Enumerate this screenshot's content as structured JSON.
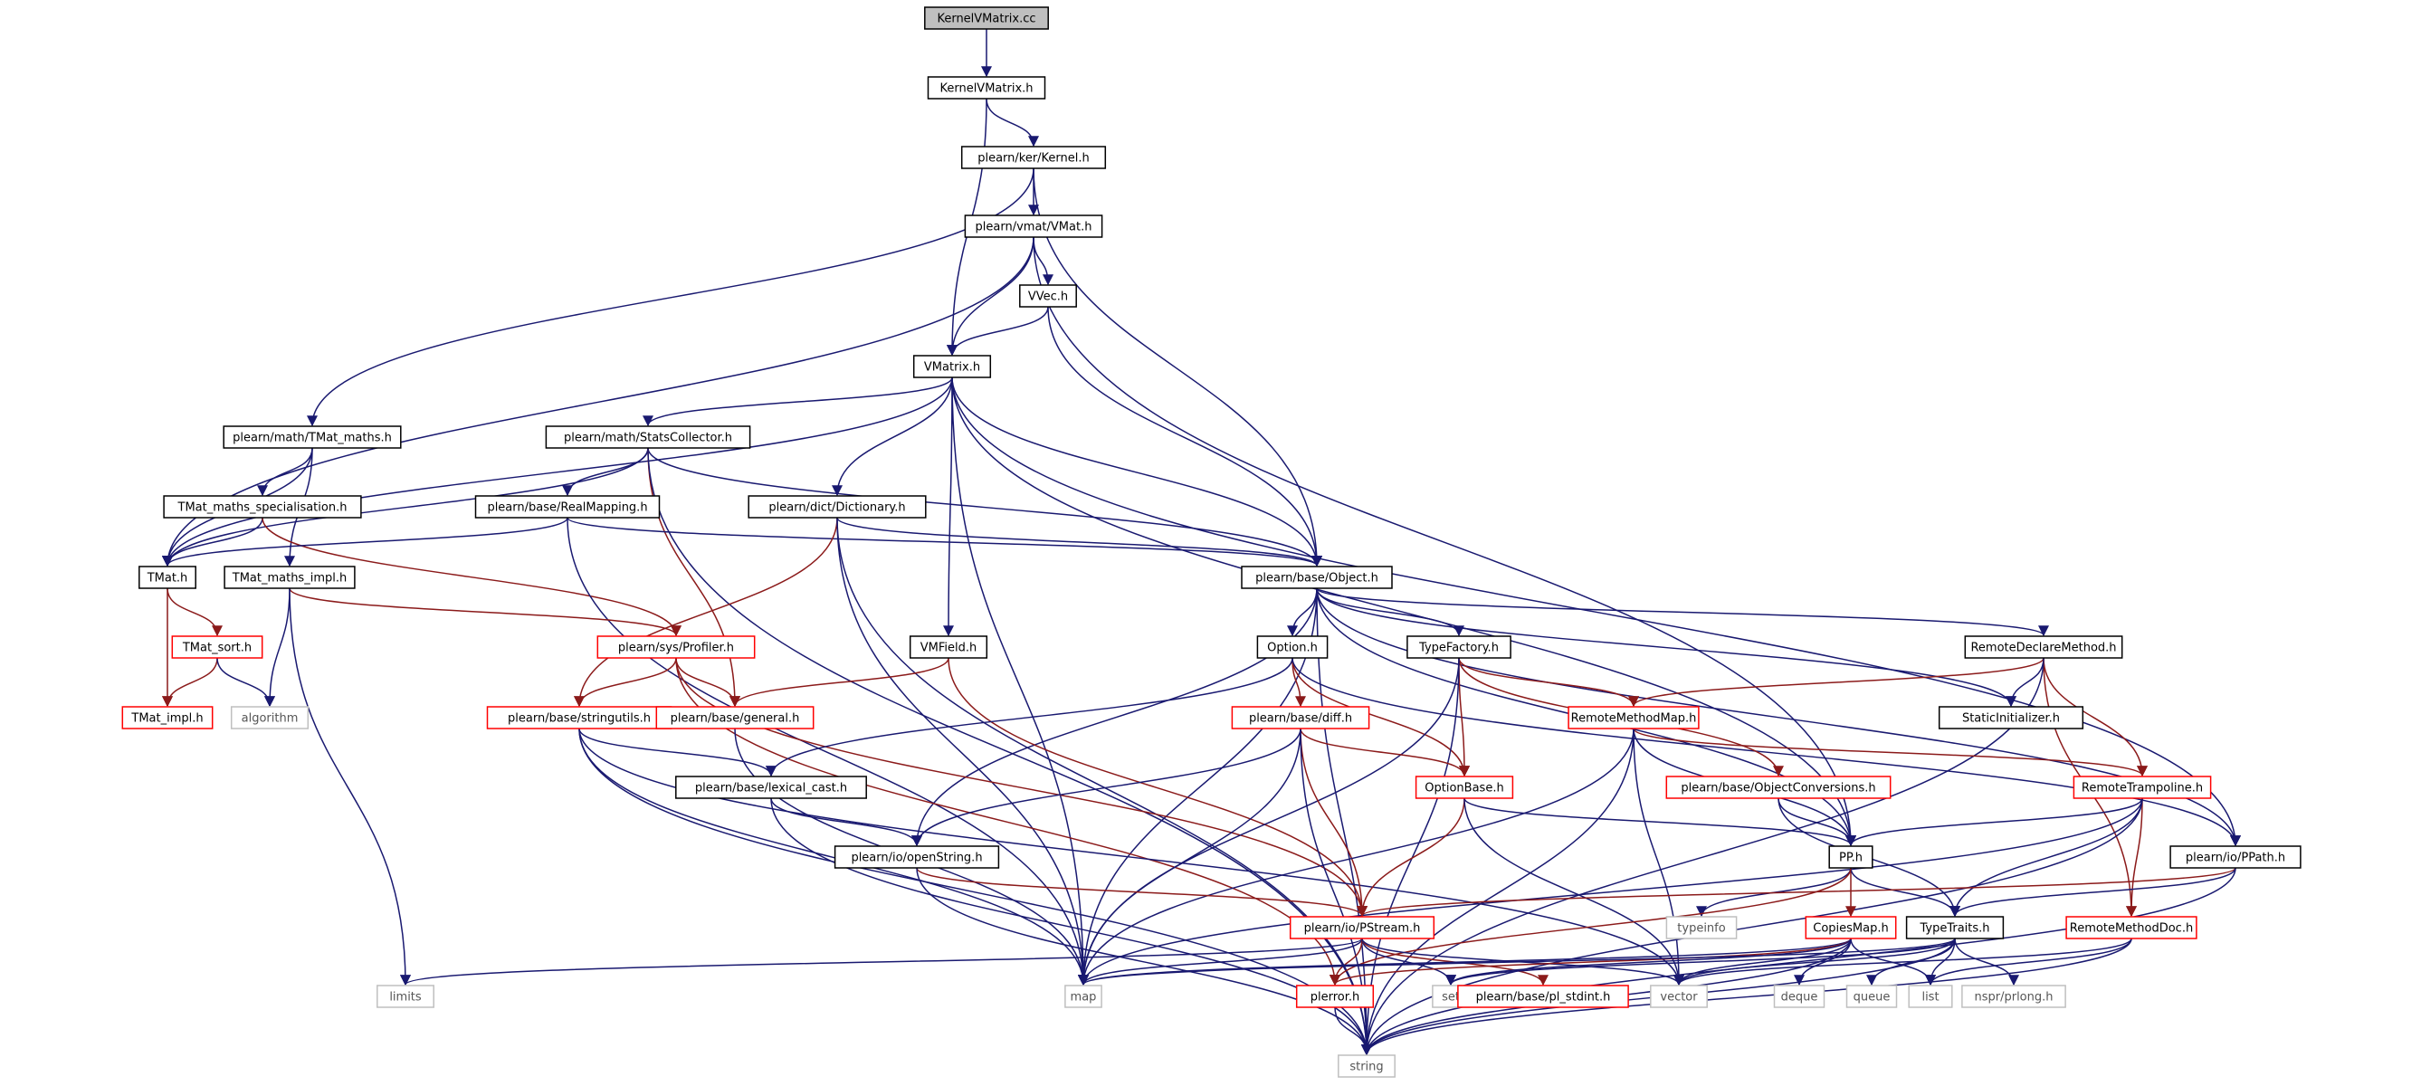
{
  "nodes": [
    {
      "id": "KernelVMatrix.cc",
      "kind": "root"
    },
    {
      "id": "KernelVMatrix.h",
      "kind": "normal"
    },
    {
      "id": "plearn/ker/Kernel.h",
      "kind": "normal"
    },
    {
      "id": "plearn/vmat/VMat.h",
      "kind": "normal"
    },
    {
      "id": "VVec.h",
      "kind": "normal"
    },
    {
      "id": "VMatrix.h",
      "kind": "normal"
    },
    {
      "id": "plearn/math/TMat_maths.h",
      "kind": "normal"
    },
    {
      "id": "plearn/math/StatsCollector.h",
      "kind": "normal"
    },
    {
      "id": "TMat_maths_specialisation.h",
      "kind": "normal"
    },
    {
      "id": "plearn/base/RealMapping.h",
      "kind": "normal"
    },
    {
      "id": "plearn/dict/Dictionary.h",
      "kind": "normal"
    },
    {
      "id": "TMat.h",
      "kind": "normal"
    },
    {
      "id": "TMat_maths_impl.h",
      "kind": "normal"
    },
    {
      "id": "plearn/base/Object.h",
      "kind": "normal"
    },
    {
      "id": "TMat_sort.h",
      "kind": "red"
    },
    {
      "id": "plearn/sys/Profiler.h",
      "kind": "red"
    },
    {
      "id": "VMField.h",
      "kind": "normal"
    },
    {
      "id": "Option.h",
      "kind": "normal"
    },
    {
      "id": "TypeFactory.h",
      "kind": "normal"
    },
    {
      "id": "RemoteDeclareMethod.h",
      "kind": "normal"
    },
    {
      "id": "TMat_impl.h",
      "kind": "red"
    },
    {
      "id": "algorithm",
      "kind": "grey"
    },
    {
      "id": "plearn/base/stringutils.h",
      "kind": "red"
    },
    {
      "id": "plearn/base/general.h",
      "kind": "red"
    },
    {
      "id": "plearn/base/diff.h",
      "kind": "red"
    },
    {
      "id": "RemoteMethodMap.h",
      "kind": "red"
    },
    {
      "id": "StaticInitializer.h",
      "kind": "normal"
    },
    {
      "id": "plearn/base/lexical_cast.h",
      "kind": "normal"
    },
    {
      "id": "OptionBase.h",
      "kind": "red"
    },
    {
      "id": "plearn/base/ObjectConversions.h",
      "kind": "red"
    },
    {
      "id": "RemoteTrampoline.h",
      "kind": "red"
    },
    {
      "id": "plearn/io/openString.h",
      "kind": "normal"
    },
    {
      "id": "PP.h",
      "kind": "normal"
    },
    {
      "id": "plearn/io/PPath.h",
      "kind": "normal"
    },
    {
      "id": "typeinfo",
      "kind": "grey"
    },
    {
      "id": "plearn/io/PStream.h",
      "kind": "red"
    },
    {
      "id": "CopiesMap.h",
      "kind": "red"
    },
    {
      "id": "TypeTraits.h",
      "kind": "normal"
    },
    {
      "id": "RemoteMethodDoc.h",
      "kind": "red"
    },
    {
      "id": "limits",
      "kind": "grey"
    },
    {
      "id": "map",
      "kind": "grey"
    },
    {
      "id": "plerror.h",
      "kind": "red"
    },
    {
      "id": "set",
      "kind": "grey"
    },
    {
      "id": "plearn/base/pl_stdint.h",
      "kind": "red"
    },
    {
      "id": "vector",
      "kind": "grey"
    },
    {
      "id": "deque",
      "kind": "grey"
    },
    {
      "id": "queue",
      "kind": "grey"
    },
    {
      "id": "list",
      "kind": "grey"
    },
    {
      "id": "nspr/prlong.h",
      "kind": "grey"
    },
    {
      "id": "string",
      "kind": "grey"
    }
  ],
  "edges": [
    [
      "KernelVMatrix.cc",
      "KernelVMatrix.h"
    ],
    [
      "KernelVMatrix.h",
      "plearn/ker/Kernel.h"
    ],
    [
      "KernelVMatrix.h",
      "VMatrix.h"
    ],
    [
      "plearn/ker/Kernel.h",
      "plearn/vmat/VMat.h"
    ],
    [
      "plearn/ker/Kernel.h",
      "plearn/math/TMat_maths.h"
    ],
    [
      "plearn/ker/Kernel.h",
      "plearn/base/Object.h"
    ],
    [
      "plearn/vmat/VMat.h",
      "VVec.h"
    ],
    [
      "plearn/vmat/VMat.h",
      "VMatrix.h"
    ],
    [
      "plearn/vmat/VMat.h",
      "TMat.h"
    ],
    [
      "plearn/vmat/VMat.h",
      "PP.h"
    ],
    [
      "VVec.h",
      "VMatrix.h"
    ],
    [
      "VVec.h",
      "plearn/base/Object.h"
    ],
    [
      "VMatrix.h",
      "TMat.h"
    ],
    [
      "VMatrix.h",
      "plearn/math/StatsCollector.h"
    ],
    [
      "VMatrix.h",
      "plearn/dict/Dictionary.h"
    ],
    [
      "VMatrix.h",
      "plearn/base/Object.h"
    ],
    [
      "VMatrix.h",
      "VMField.h"
    ],
    [
      "VMatrix.h",
      "map"
    ],
    [
      "VMatrix.h",
      "PP.h"
    ],
    [
      "VMatrix.h",
      "plearn/io/PPath.h"
    ],
    [
      "plearn/math/TMat_maths.h",
      "TMat.h"
    ],
    [
      "plearn/math/TMat_maths.h",
      "TMat_maths_specialisation.h"
    ],
    [
      "plearn/math/TMat_maths.h",
      "TMat_maths_impl.h"
    ],
    [
      "plearn/math/StatsCollector.h",
      "TMat.h"
    ],
    [
      "plearn/math/StatsCollector.h",
      "plearn/base/RealMapping.h"
    ],
    [
      "plearn/math/StatsCollector.h",
      "plearn/base/Object.h"
    ],
    [
      "plearn/math/StatsCollector.h",
      "plearn/base/general.h"
    ],
    [
      "plearn/math/StatsCollector.h",
      "string"
    ],
    [
      "TMat_maths_specialisation.h",
      "TMat.h"
    ],
    [
      "TMat_maths_specialisation.h",
      "plearn/sys/Profiler.h"
    ],
    [
      "plearn/base/RealMapping.h",
      "TMat.h"
    ],
    [
      "plearn/base/RealMapping.h",
      "plearn/base/Object.h"
    ],
    [
      "plearn/base/RealMapping.h",
      "map"
    ],
    [
      "plearn/dict/Dictionary.h",
      "plearn/base/Object.h"
    ],
    [
      "plearn/dict/Dictionary.h",
      "plearn/base/stringutils.h"
    ],
    [
      "plearn/dict/Dictionary.h",
      "map"
    ],
    [
      "plearn/dict/Dictionary.h",
      "string"
    ],
    [
      "TMat.h",
      "TMat_sort.h"
    ],
    [
      "TMat.h",
      "TMat_impl.h"
    ],
    [
      "TMat_maths_impl.h",
      "plearn/sys/Profiler.h"
    ],
    [
      "TMat_maths_impl.h",
      "algorithm"
    ],
    [
      "TMat_maths_impl.h",
      "limits"
    ],
    [
      "TMat_sort.h",
      "TMat_impl.h"
    ],
    [
      "TMat_sort.h",
      "algorithm"
    ],
    [
      "plearn/base/Object.h",
      "Option.h"
    ],
    [
      "plearn/base/Object.h",
      "TypeFactory.h"
    ],
    [
      "plearn/base/Object.h",
      "RemoteDeclareMethod.h"
    ],
    [
      "plearn/base/Object.h",
      "StaticInitializer.h"
    ],
    [
      "plearn/base/Object.h",
      "plearn/io/openString.h"
    ],
    [
      "plearn/base/Object.h",
      "PP.h"
    ],
    [
      "plearn/base/Object.h",
      "plearn/io/PPath.h"
    ],
    [
      "plearn/base/Object.h",
      "map"
    ],
    [
      "plearn/base/Object.h",
      "string"
    ],
    [
      "plearn/sys/Profiler.h",
      "plearn/base/stringutils.h"
    ],
    [
      "plearn/sys/Profiler.h",
      "plearn/base/general.h"
    ],
    [
      "plearn/sys/Profiler.h",
      "plearn/io/PStream.h"
    ],
    [
      "plearn/sys/Profiler.h",
      "plerror.h"
    ],
    [
      "VMField.h",
      "plearn/base/general.h"
    ],
    [
      "VMField.h",
      "plearn/io/PStream.h"
    ],
    [
      "Option.h",
      "plearn/base/diff.h"
    ],
    [
      "Option.h",
      "OptionBase.h"
    ],
    [
      "Option.h",
      "plearn/base/lexical_cast.h"
    ],
    [
      "Option.h",
      "plearn/io/PPath.h"
    ],
    [
      "TypeFactory.h",
      "RemoteMethodMap.h"
    ],
    [
      "TypeFactory.h",
      "OptionBase.h"
    ],
    [
      "TypeFactory.h",
      "plearn/base/ObjectConversions.h"
    ],
    [
      "TypeFactory.h",
      "map"
    ],
    [
      "TypeFactory.h",
      "string"
    ],
    [
      "RemoteDeclareMethod.h",
      "RemoteMethodMap.h"
    ],
    [
      "RemoteDeclareMethod.h",
      "StaticInitializer.h"
    ],
    [
      "RemoteDeclareMethod.h",
      "RemoteTrampoline.h"
    ],
    [
      "RemoteDeclareMethod.h",
      "RemoteMethodDoc.h"
    ],
    [
      "RemoteDeclareMethod.h",
      "string"
    ],
    [
      "plearn/base/stringutils.h",
      "plearn/base/lexical_cast.h"
    ],
    [
      "plearn/base/stringutils.h",
      "map"
    ],
    [
      "plearn/base/stringutils.h",
      "vector"
    ],
    [
      "plearn/base/stringutils.h",
      "string"
    ],
    [
      "plearn/base/general.h",
      "map"
    ],
    [
      "plearn/base/diff.h",
      "plearn/io/openString.h"
    ],
    [
      "plearn/base/diff.h",
      "OptionBase.h"
    ],
    [
      "plearn/base/diff.h",
      "plearn/io/PStream.h"
    ],
    [
      "plearn/base/diff.h",
      "map"
    ],
    [
      "plearn/base/diff.h",
      "string"
    ],
    [
      "RemoteMethodMap.h",
      "RemoteTrampoline.h"
    ],
    [
      "RemoteMethodMap.h",
      "PP.h"
    ],
    [
      "RemoteMethodMap.h",
      "map"
    ],
    [
      "RemoteMethodMap.h",
      "vector"
    ],
    [
      "RemoteMethodMap.h",
      "string"
    ],
    [
      "plearn/base/lexical_cast.h",
      "plearn/io/openString.h"
    ],
    [
      "plearn/base/lexical_cast.h",
      "string"
    ],
    [
      "OptionBase.h",
      "PP.h"
    ],
    [
      "OptionBase.h",
      "plearn/io/PStream.h"
    ],
    [
      "OptionBase.h",
      "vector"
    ],
    [
      "plearn/base/ObjectConversions.h",
      "PP.h"
    ],
    [
      "plearn/base/ObjectConversions.h",
      "TypeTraits.h"
    ],
    [
      "RemoteTrampoline.h",
      "PP.h"
    ],
    [
      "RemoteTrampoline.h",
      "TypeTraits.h"
    ],
    [
      "RemoteTrampoline.h",
      "RemoteMethodDoc.h"
    ],
    [
      "RemoteTrampoline.h",
      "map"
    ],
    [
      "RemoteTrampoline.h",
      "string"
    ],
    [
      "plearn/io/openString.h",
      "plearn/io/PStream.h"
    ],
    [
      "plearn/io/openString.h",
      "string"
    ],
    [
      "PP.h",
      "typeinfo"
    ],
    [
      "PP.h",
      "CopiesMap.h"
    ],
    [
      "PP.h",
      "TypeTraits.h"
    ],
    [
      "PP.h",
      "plerror.h"
    ],
    [
      "plearn/io/PPath.h",
      "plearn/io/PStream.h"
    ],
    [
      "plearn/io/PPath.h",
      "TypeTraits.h"
    ],
    [
      "plearn/io/PPath.h",
      "string"
    ],
    [
      "plearn/io/PStream.h",
      "limits"
    ],
    [
      "plearn/io/PStream.h",
      "map"
    ],
    [
      "plearn/io/PStream.h",
      "plerror.h"
    ],
    [
      "plearn/io/PStream.h",
      "set"
    ],
    [
      "plearn/io/PStream.h",
      "plearn/base/pl_stdint.h"
    ],
    [
      "plearn/io/PStream.h",
      "vector"
    ],
    [
      "CopiesMap.h",
      "map"
    ],
    [
      "CopiesMap.h",
      "plerror.h"
    ],
    [
      "CopiesMap.h",
      "set"
    ],
    [
      "CopiesMap.h",
      "vector"
    ],
    [
      "CopiesMap.h",
      "deque"
    ],
    [
      "CopiesMap.h",
      "list"
    ],
    [
      "CopiesMap.h",
      "string"
    ],
    [
      "TypeTraits.h",
      "map"
    ],
    [
      "TypeTraits.h",
      "set"
    ],
    [
      "TypeTraits.h",
      "vector"
    ],
    [
      "TypeTraits.h",
      "queue"
    ],
    [
      "TypeTraits.h",
      "list"
    ],
    [
      "TypeTraits.h",
      "nspr/prlong.h"
    ],
    [
      "TypeTraits.h",
      "string"
    ],
    [
      "RemoteMethodDoc.h",
      "vector"
    ],
    [
      "RemoteMethodDoc.h",
      "list"
    ],
    [
      "RemoteMethodDoc.h",
      "string"
    ],
    [
      "plerror.h",
      "string"
    ]
  ]
}
